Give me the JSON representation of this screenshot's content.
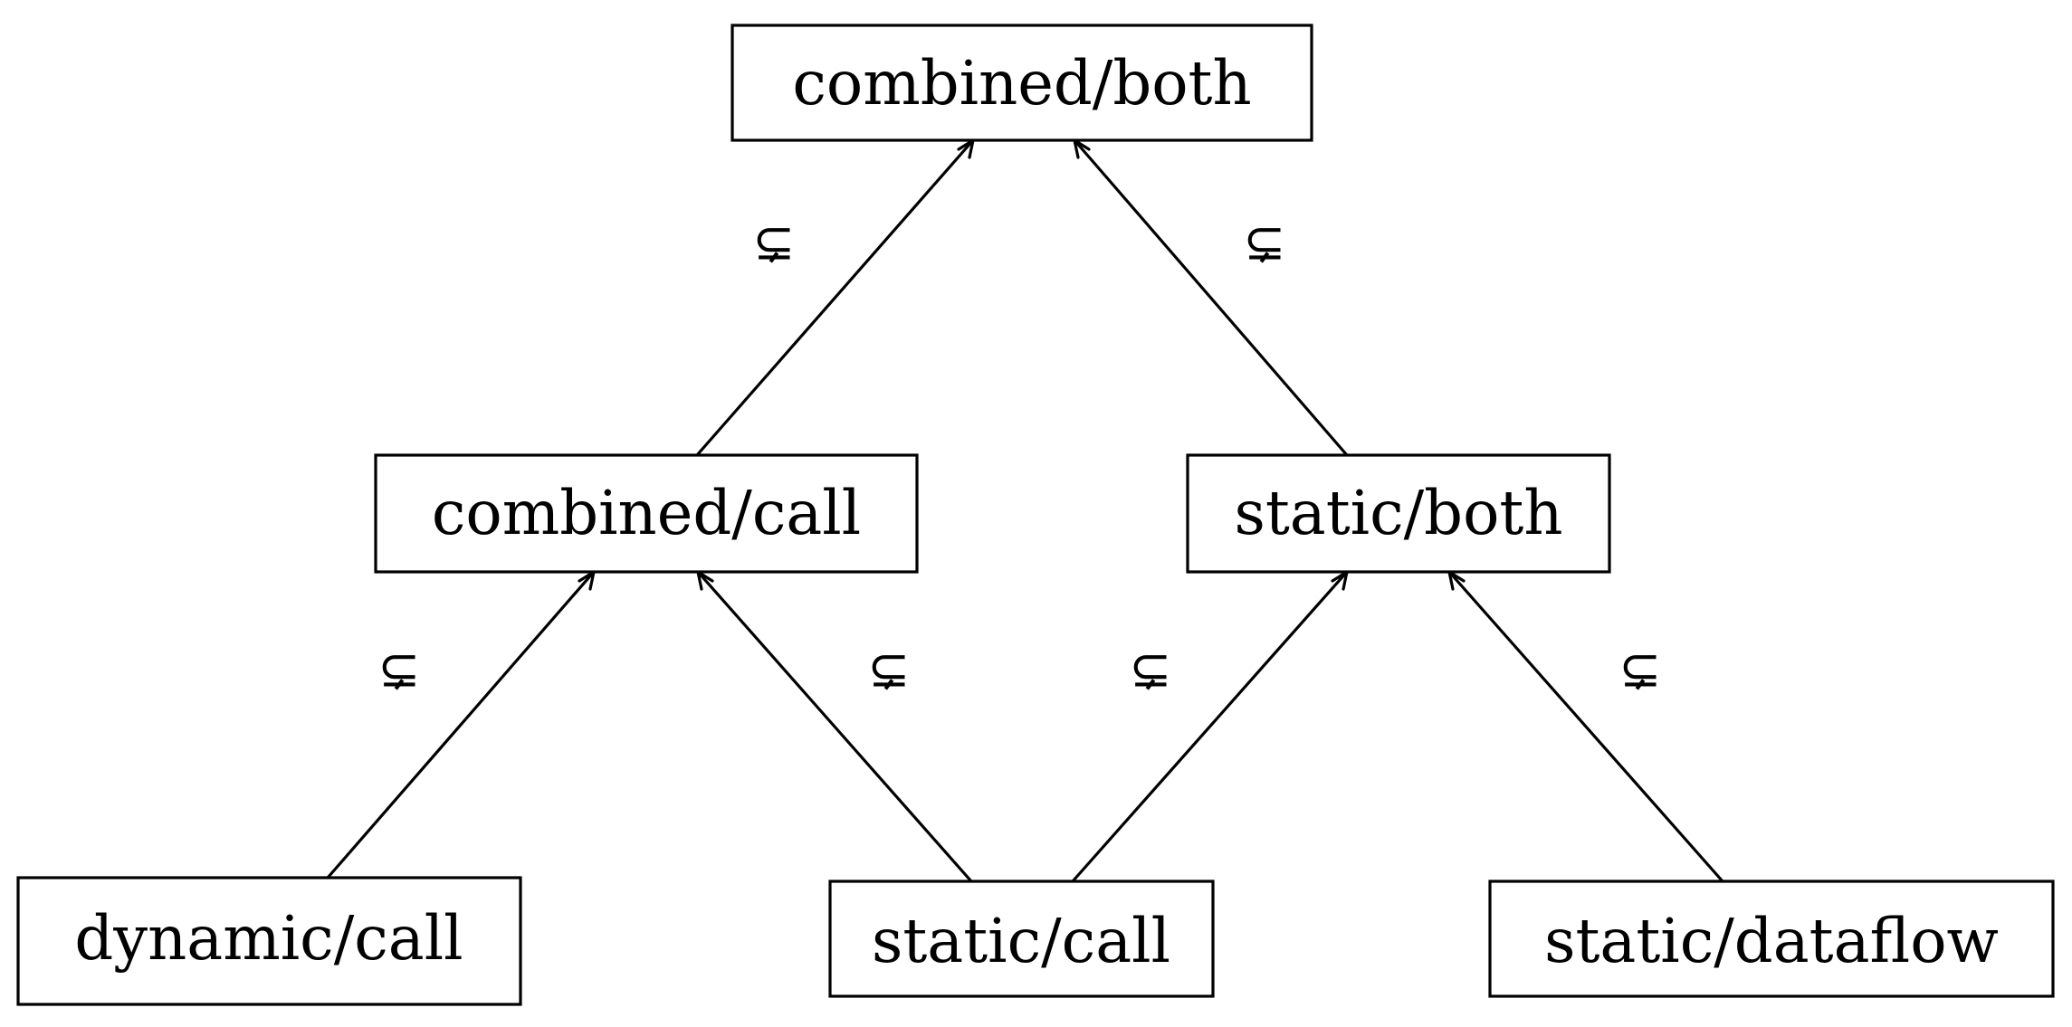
{
  "nodes": {
    "combined_both": "combined/both",
    "combined_call": "combined/call",
    "static_both": "static/both",
    "dynamic_call": "dynamic/call",
    "static_call": "static/call",
    "static_dataflow": "static/dataflow"
  },
  "edges": [
    {
      "from": "combined/call",
      "to": "combined/both",
      "label": "⊊"
    },
    {
      "from": "static/both",
      "to": "combined/both",
      "label": "⊊"
    },
    {
      "from": "dynamic/call",
      "to": "combined/call",
      "label": "⊊"
    },
    {
      "from": "static/call",
      "to": "combined/call",
      "label": "⊊"
    },
    {
      "from": "static/call",
      "to": "static/both",
      "label": "⊊"
    },
    {
      "from": "static/dataflow",
      "to": "static/both",
      "label": "⊊"
    }
  ]
}
